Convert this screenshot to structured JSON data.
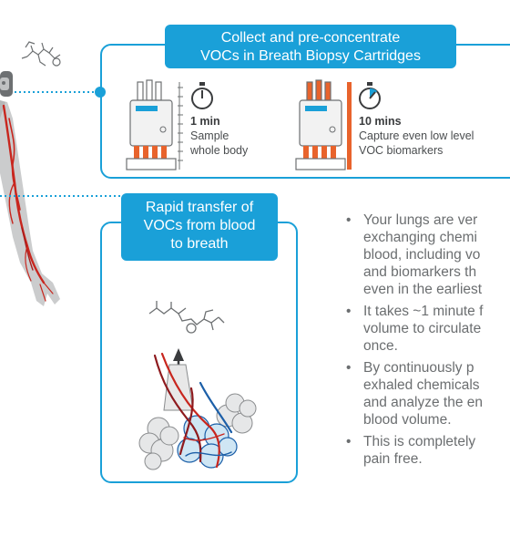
{
  "collect": {
    "title_line1": "Collect and pre-concentrate",
    "title_line2": "VOCs in Breath Biopsy Cartridges"
  },
  "sample_short": {
    "time": "1 min",
    "line1": "Sample",
    "line2": "whole body"
  },
  "sample_long": {
    "time": "10 mins",
    "line1": "Capture even low level",
    "line2": "VOC biomarkers"
  },
  "transfer": {
    "line1": "Rapid transfer of",
    "line2": "VOCs from blood",
    "line3": "to breath"
  },
  "bullets": [
    {
      "marker": "•",
      "lines": [
        "Your lungs are ver",
        "exchanging chemi",
        "blood, including vo",
        "and biomarkers th",
        "even in the earliest"
      ]
    },
    {
      "marker": "•",
      "lines": [
        "It takes ~1 minute f",
        "volume to circulate",
        "once."
      ]
    },
    {
      "marker": "•",
      "lines": [
        "By continuously p",
        "exhaled chemicals",
        "and analyze the en",
        "blood volume."
      ]
    },
    {
      "marker": "•",
      "lines": [
        "This is completely",
        "pain free."
      ]
    }
  ],
  "colors": {
    "accent": "#1aa0d8",
    "vessel_red": "#c8261e",
    "vessel_dark_red": "#8e1a1e",
    "vessel_blue": "#1c5fa8",
    "cartridge_orange": "#e8632c",
    "body_gray": "#c9cacb"
  }
}
